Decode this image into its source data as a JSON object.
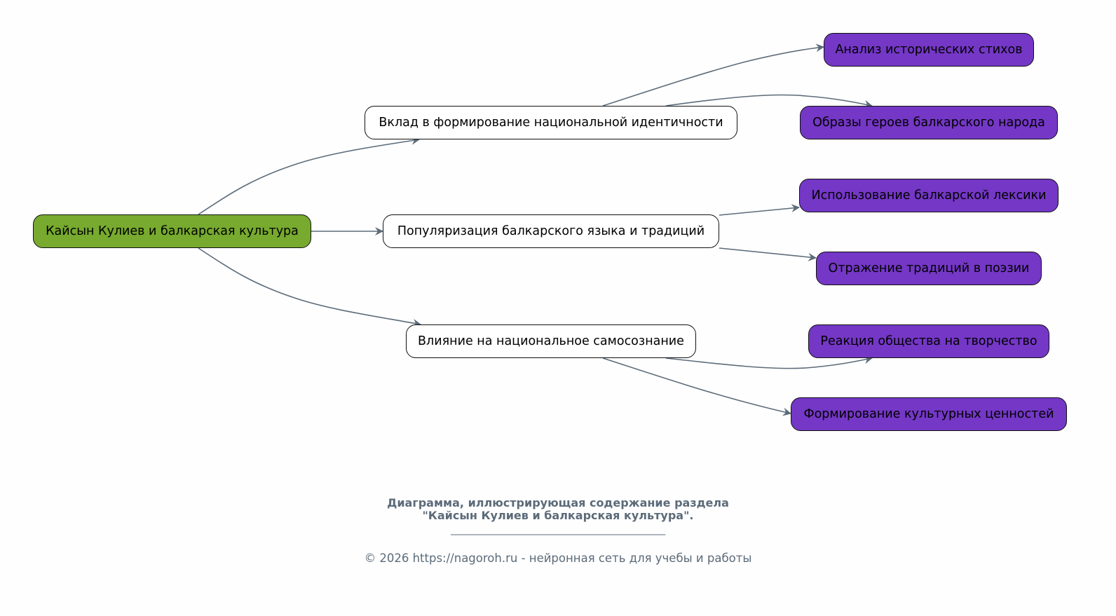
{
  "diagram": {
    "root": {
      "id": "root",
      "label": "Кайсын Кулиев и балкарская культура"
    },
    "topics": [
      {
        "id": "t1",
        "label": "Вклад в формирование национальной идентичности"
      },
      {
        "id": "t2",
        "label": "Популяризация балкарского языка и традиций"
      },
      {
        "id": "t3",
        "label": "Влияние на национальное самосознание"
      }
    ],
    "subtopics": [
      {
        "id": "s1",
        "parent": "t1",
        "label": "Анализ исторических стихов"
      },
      {
        "id": "s2",
        "parent": "t1",
        "label": "Образы героев балкарского народа"
      },
      {
        "id": "s3",
        "parent": "t2",
        "label": "Использование балкарской лексики"
      },
      {
        "id": "s4",
        "parent": "t2",
        "label": "Отражение традиций в поэзии"
      },
      {
        "id": "s5",
        "parent": "t3",
        "label": "Реакция общества на творчество"
      },
      {
        "id": "s6",
        "parent": "t3",
        "label": "Формирование культурных ценностей"
      }
    ],
    "edges": [
      {
        "from": "root",
        "to": "t1"
      },
      {
        "from": "root",
        "to": "t2"
      },
      {
        "from": "root",
        "to": "t3"
      },
      {
        "from": "t1",
        "to": "s1"
      },
      {
        "from": "t1",
        "to": "s2"
      },
      {
        "from": "t2",
        "to": "s3"
      },
      {
        "from": "t2",
        "to": "s4"
      },
      {
        "from": "t3",
        "to": "s5"
      },
      {
        "from": "t3",
        "to": "s6"
      }
    ],
    "colors": {
      "root_fill": "#77aa2e",
      "topic_fill": "#ffffff",
      "leaf_fill": "#7437c6",
      "edge": "#5c6b79",
      "caption": "#5c6b79"
    }
  },
  "caption": {
    "title_line1": "Диаграмма, иллюстрирующая содержание раздела",
    "title_line2": "\"Кайсын Кулиев и балкарская культура\".",
    "rule": "_______________________________________________",
    "footer": "© 2026 https://nagoroh.ru - нейронная сеть для учебы и работы"
  }
}
